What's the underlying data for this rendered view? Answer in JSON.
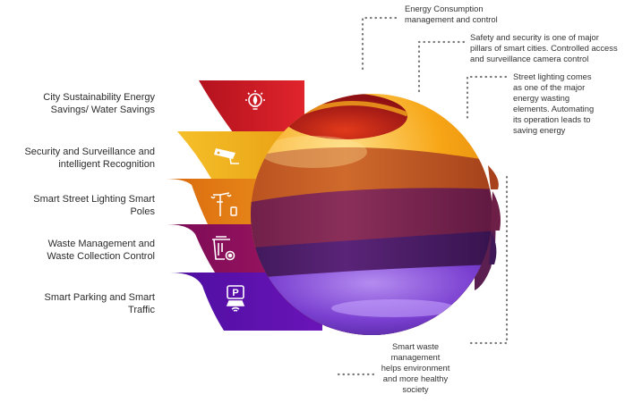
{
  "colors": {
    "red": "#c4181f",
    "yellow": "#f2b31c",
    "orange": "#de7a14",
    "magenta": "#8a0f5a",
    "purple": "#5a10a8",
    "sphere_top": "#f7a616",
    "sphere_band2": "#c25a28",
    "sphere_band3": "#7c2a52",
    "sphere_band4": "#4e1f6a",
    "sphere_bottom": "#7a3fd0",
    "dots": "#7a7a7a"
  },
  "segments": [
    {
      "label": "City Sustainability Energy Savings/ Water Savings",
      "icon": "lightbulb-leaf-icon"
    },
    {
      "label": "Security and Surveillance and intelligent Recognition",
      "icon": "cctv-camera-icon"
    },
    {
      "label": "Smart Street Lighting Smart Poles",
      "icon": "street-light-icon"
    },
    {
      "label": "Waste Management and Waste Collection Control",
      "icon": "trash-bin-gear-icon"
    },
    {
      "label": "Smart Parking and Smart Traffic",
      "icon": "parking-car-icon"
    }
  ],
  "notes": {
    "energy": "Energy Consumption management and control",
    "safety": "Safety and security is one of major pillars of smart cities. Controlled access and surveillance camera control",
    "lighting": "Street lighting comes as one of the major energy wasting elements. Automating its operation leads to saving energy",
    "waste": "Smart waste management helps environment and more healthy society"
  }
}
